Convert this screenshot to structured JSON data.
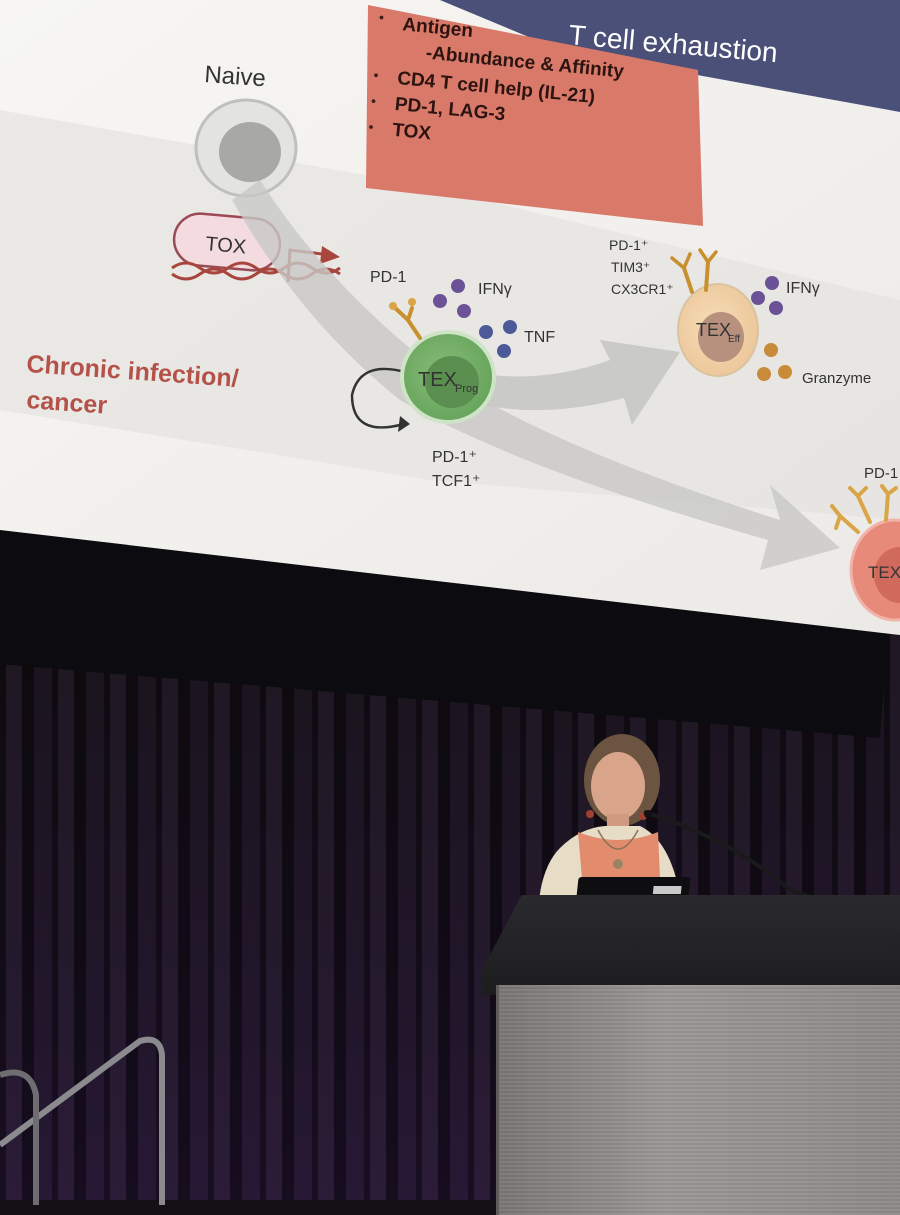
{
  "slide": {
    "title_fragment": "T cell exhaustion",
    "naive_label": "Naive",
    "bullets": [
      "Antigen",
      "-Abundance & Affinity",
      "CD4 T cell help (IL-21)",
      "PD-1, LAG-3",
      "TOX"
    ],
    "tox_label": "TOX",
    "context_label_line1": "Chronic infection/",
    "context_label_line2": "cancer",
    "prog_cell": {
      "name": "TEX",
      "subscript": "Prog",
      "receptor_label": "PD-1",
      "markers_line1": "PD-1⁺",
      "markers_line2": "TCF1⁺",
      "cytokine1": "IFNγ",
      "cytokine2": "TNF"
    },
    "eff_cell": {
      "name": "TEX",
      "subscript": "Eff",
      "markers_line1": "PD-1⁺",
      "markers_line2": "TIM3⁺",
      "markers_line3": "CX3CR1⁺",
      "cytokine1": "IFNγ",
      "cytokine2": "Granzyme"
    },
    "term_cell": {
      "receptor_label": "PD-1",
      "name_fragment": "TEX"
    }
  },
  "colors": {
    "title_bar": "#4a5077",
    "bullet_box": "#d9796a",
    "context_text": "#b4524a",
    "prog_cell": "#7bb470",
    "eff_cell": "#f2d1a6",
    "term_cell": "#e88a7a",
    "arrow": "#bdbdbd",
    "cytokine_purple": "#6b5296",
    "granzyme": "#c98a3a"
  }
}
